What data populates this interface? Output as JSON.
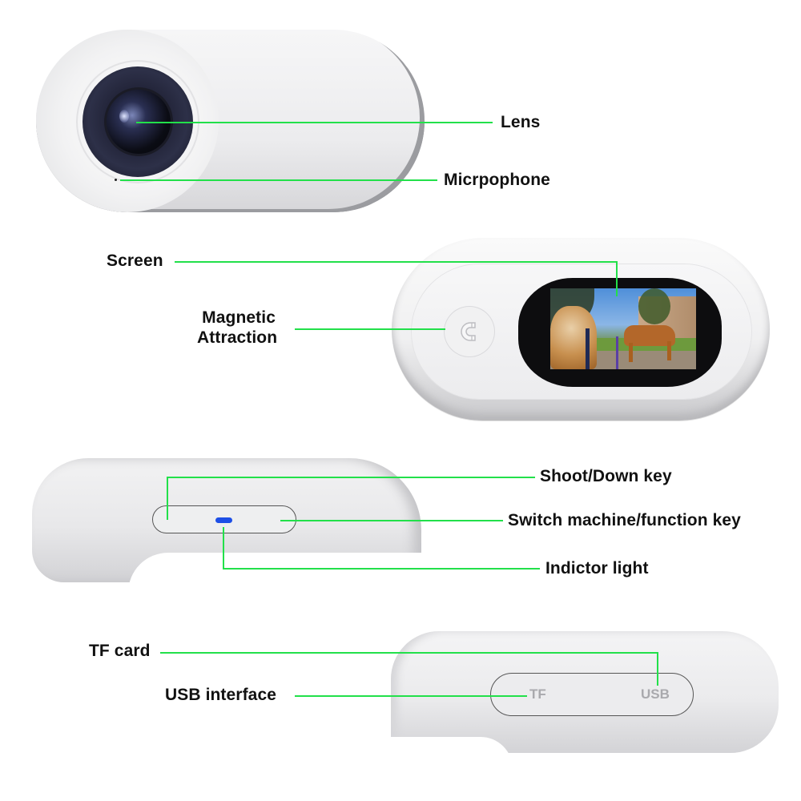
{
  "accent_color": "#22e04a",
  "led_color": "#1d4fe6",
  "sections": [
    {
      "view": "front",
      "callouts": [
        {
          "label": "Lens"
        },
        {
          "label": "Micrpophone"
        }
      ]
    },
    {
      "view": "back",
      "callouts": [
        {
          "label": "Screen"
        },
        {
          "label": "Magnetic Attraction",
          "lines": [
            "Magnetic",
            "Attraction"
          ]
        }
      ]
    },
    {
      "view": "top",
      "callouts": [
        {
          "label": "Shoot/Down key"
        },
        {
          "label": "Switch machine/function key"
        },
        {
          "label": "Indictor light"
        }
      ]
    },
    {
      "view": "bottom",
      "callouts": [
        {
          "label": "TF card"
        },
        {
          "label": "USB interface"
        }
      ],
      "port_labels": {
        "tf": "TF",
        "usb": "USB"
      }
    }
  ],
  "icons": {
    "magnet": "magnet-icon"
  }
}
